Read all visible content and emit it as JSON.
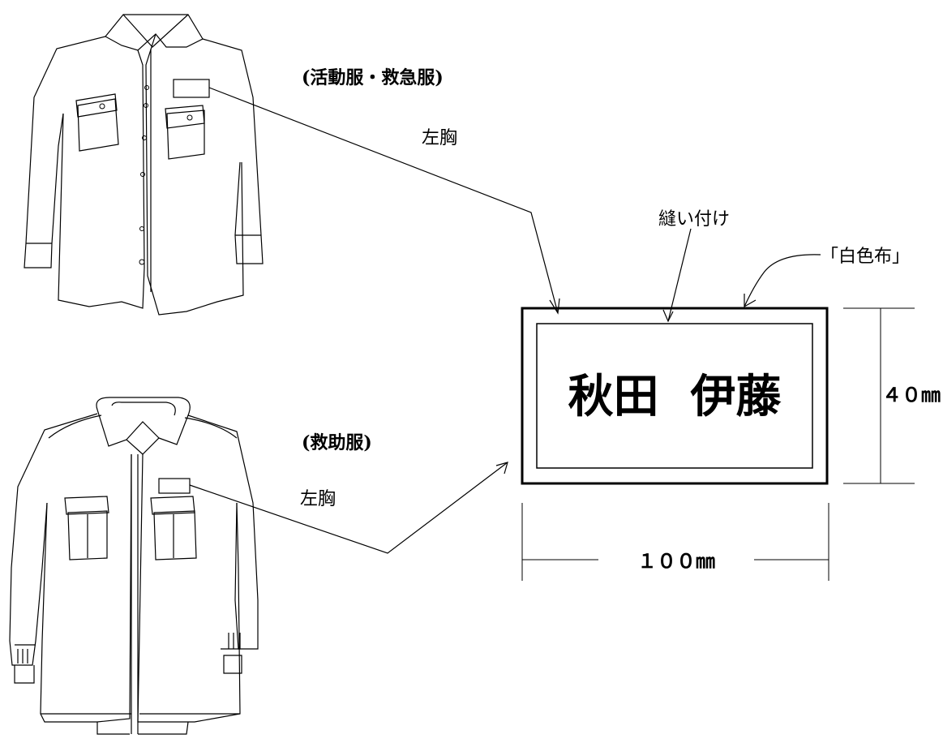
{
  "labels": {
    "upper_garment": "(活動服・救急服)",
    "upper_position": "左胸",
    "lower_garment": "(救助服)",
    "lower_position": "左胸",
    "sewing": "縫い付け",
    "fabric": "「白色布」",
    "name_tag_text": "秋田  伊藤",
    "height_dim": "４０㎜",
    "width_dim": "１００㎜"
  },
  "colors": {
    "ink": "#000000",
    "background": "#ffffff"
  }
}
